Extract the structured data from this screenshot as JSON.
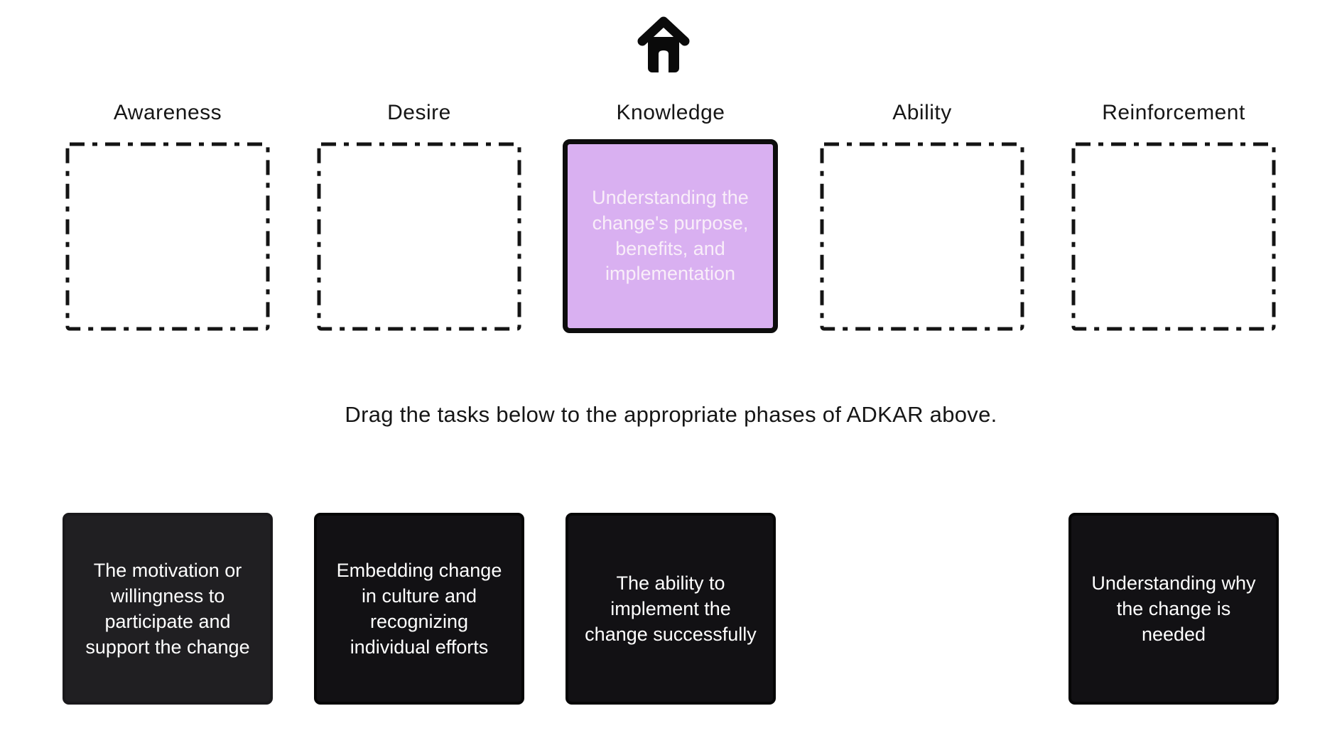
{
  "colors": {
    "knowledge_fill": "#d9b0f1",
    "knowledge_text": "#f9eef9",
    "card_bg": "#121114",
    "page_bg": "#ffffff",
    "ink": "#161616"
  },
  "icons": {
    "home": "home-icon"
  },
  "instruction": "Drag the tasks below to the appropriate phases of ADKAR above.",
  "phases": [
    {
      "label": "Awareness",
      "state": "empty",
      "content": ""
    },
    {
      "label": "Desire",
      "state": "empty",
      "content": ""
    },
    {
      "label": "Knowledge",
      "state": "filled",
      "content": "Understanding the change's purpose, benefits, and implementation"
    },
    {
      "label": "Ability",
      "state": "empty",
      "content": ""
    },
    {
      "label": "Reinforcement",
      "state": "empty",
      "content": ""
    }
  ],
  "tasks": [
    {
      "column": 1,
      "text": "The motivation or willingness to participate and support the change"
    },
    {
      "column": 2,
      "text": "Embedding change in culture and recognizing individual efforts"
    },
    {
      "column": 3,
      "text": "The ability to implement the change successfully"
    },
    {
      "column": 5,
      "text": "Understanding why the change is needed"
    }
  ]
}
